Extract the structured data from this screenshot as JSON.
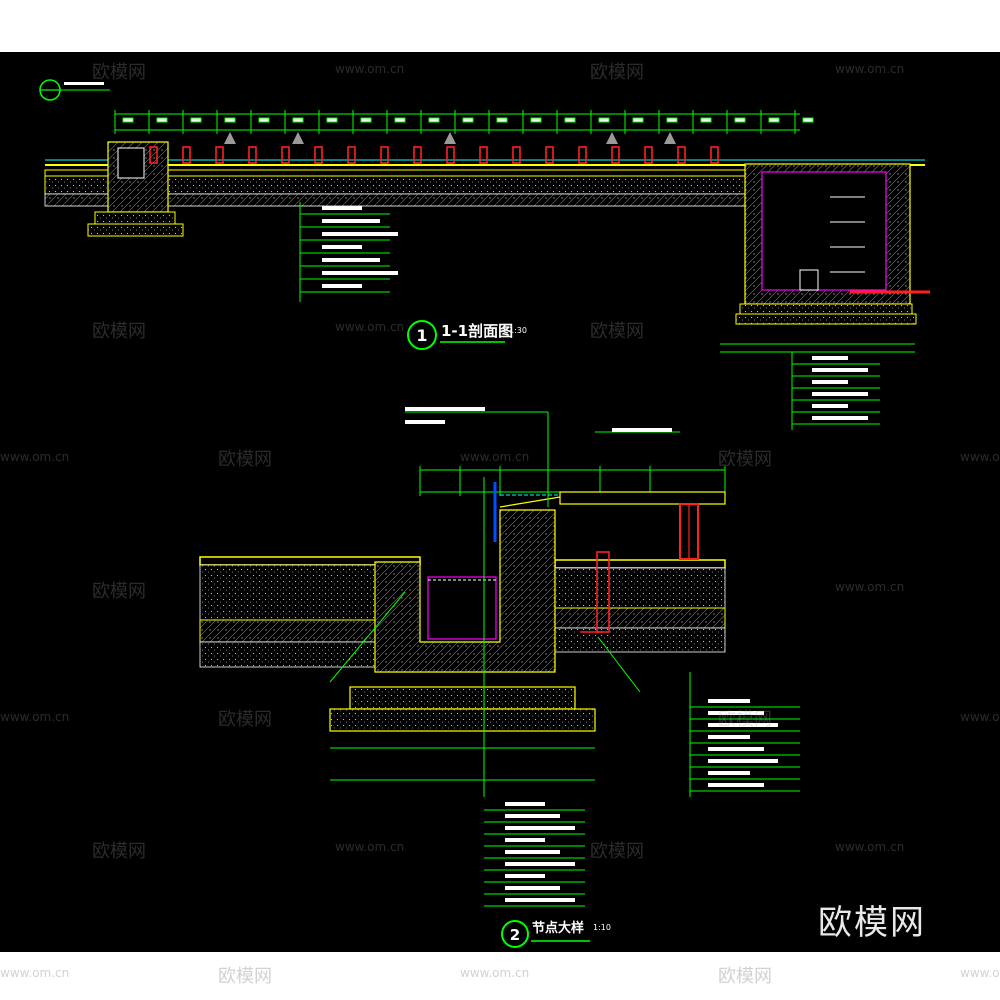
{
  "watermark": {
    "brand": "欧模网",
    "url": "www.om.cn"
  },
  "section1": {
    "number": "1",
    "title": "1-1剖面图",
    "scale": "1:30"
  },
  "section2": {
    "number": "2",
    "title": "节点大样",
    "scale": "1:10"
  },
  "colors": {
    "background": "#000000",
    "line_green": "#00ff00",
    "line_yellow": "#ffff00",
    "line_red": "#ff2020",
    "line_magenta": "#ff00ff",
    "line_cyan": "#00ffff",
    "text_white": "#ffffff"
  }
}
